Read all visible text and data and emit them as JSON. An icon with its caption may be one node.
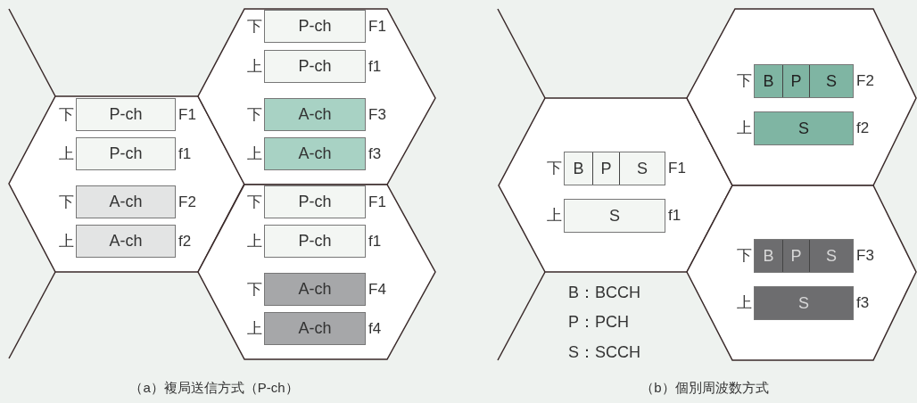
{
  "diagram": {
    "nodes": [
      {
        "text": [],
        "shape": "hexagon"
      },
      {
        "text": [
          "P-ch"
        ],
        "beside": [
          "下",
          "F1"
        ],
        "in": 0
      },
      {
        "text": [
          "P-ch"
        ],
        "beside": [
          "上",
          "f1"
        ],
        "in": 0
      },
      {
        "text": [
          "A-ch"
        ],
        "beside": [
          "下",
          "F2"
        ],
        "in": 0
      },
      {
        "text": [
          "A-ch"
        ],
        "beside": [
          "上",
          "f2"
        ],
        "in": 0
      },
      {
        "text": [],
        "shape": "hexagon"
      },
      {
        "text": [
          "P-ch"
        ],
        "beside": [
          "下",
          "F1"
        ],
        "in": 5
      },
      {
        "text": [
          "P-ch"
        ],
        "beside": [
          "上",
          "f1"
        ],
        "in": 5
      },
      {
        "text": [
          "A-ch"
        ],
        "beside": [
          "下",
          "F3"
        ],
        "in": 5
      },
      {
        "text": [
          "A-ch"
        ],
        "beside": [
          "上",
          "f3"
        ],
        "in": 5
      },
      {
        "text": [],
        "shape": "hexagon"
      },
      {
        "text": [
          "P-ch"
        ],
        "beside": [
          "下",
          "F1"
        ],
        "in": 10
      },
      {
        "text": [
          "P-ch"
        ],
        "beside": [
          "上",
          "f1"
        ],
        "in": 10
      },
      {
        "text": [
          "A-ch"
        ],
        "beside": [
          "下",
          "F4"
        ],
        "in": 10
      },
      {
        "text": [
          "A-ch"
        ],
        "beside": [
          "上",
          "f4"
        ],
        "in": 10
      },
      {
        "text": [],
        "shape": "hexagon"
      },
      {
        "text": [
          "B",
          "P",
          "S"
        ],
        "beside": [
          "下",
          "F1"
        ],
        "in": 15
      },
      {
        "text": [
          "S"
        ],
        "beside": [
          "上",
          "f1"
        ],
        "in": 15
      },
      {
        "text": [],
        "shape": "hexagon"
      },
      {
        "text": [
          "B",
          "P",
          "S"
        ],
        "beside": [
          "下",
          "F2"
        ],
        "in": 18
      },
      {
        "text": [
          "S"
        ],
        "beside": [
          "上",
          "f2"
        ],
        "in": 18
      },
      {
        "text": [],
        "shape": "hexagon"
      },
      {
        "text": [
          "B",
          "P",
          "S"
        ],
        "beside": [
          "下",
          "F3"
        ],
        "in": 21
      },
      {
        "text": [
          "S"
        ],
        "beside": [
          "上",
          "f3"
        ],
        "in": 21
      }
    ],
    "labels": [
      "B：BCCH",
      "P：PCH",
      "S：SCCH",
      "（a）複局送信方式（P-ch）",
      "（b）個別周波数方式"
    ]
  }
}
